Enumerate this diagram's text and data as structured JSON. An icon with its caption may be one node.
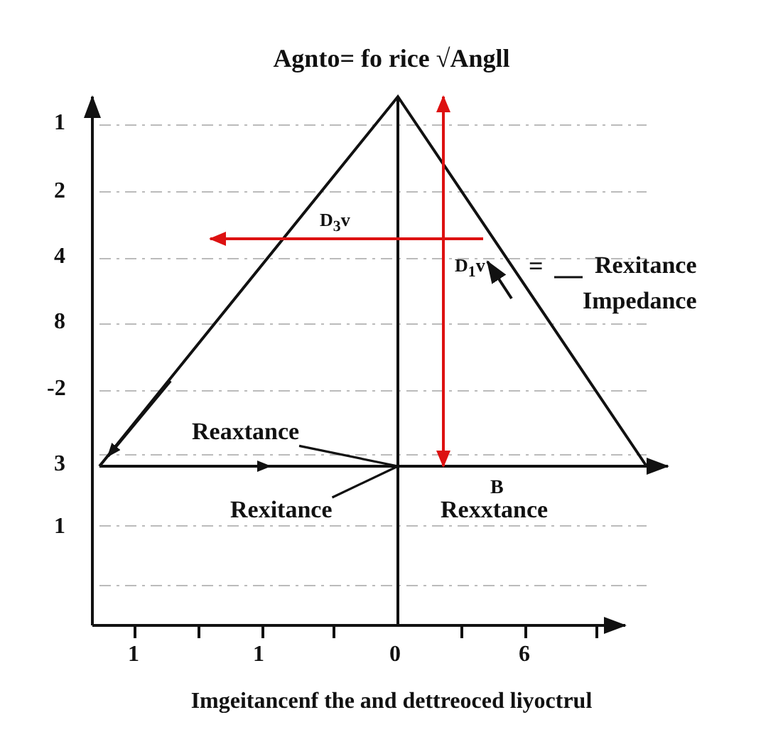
{
  "diagram": {
    "title": "Agnto= fo rice √Angll",
    "caption": "Imgeitancenf the and dettreoced liyoctrul",
    "nodes": [
      {
        "text": [
          "Reaxtance"
        ]
      },
      {
        "text": [
          "Rexitance"
        ]
      },
      {
        "text": [
          "Rexitance",
          "Impedance"
        ]
      }
    ],
    "edges": [
      {
        "from": 0,
        "to": null,
        "arrow": "none"
      },
      {
        "from": 1,
        "to": null,
        "arrow": "none"
      },
      {
        "from": 2,
        "to": null,
        "arrow": "none"
      }
    ],
    "labels": [
      "1",
      "2",
      "4",
      "8",
      "-2",
      "3",
      "1",
      "D$_{3}$v",
      "D$_{1}$v",
      "=",
      "B",
      "Rexxtance",
      "1",
      "1",
      "0",
      "6"
    ]
  }
}
